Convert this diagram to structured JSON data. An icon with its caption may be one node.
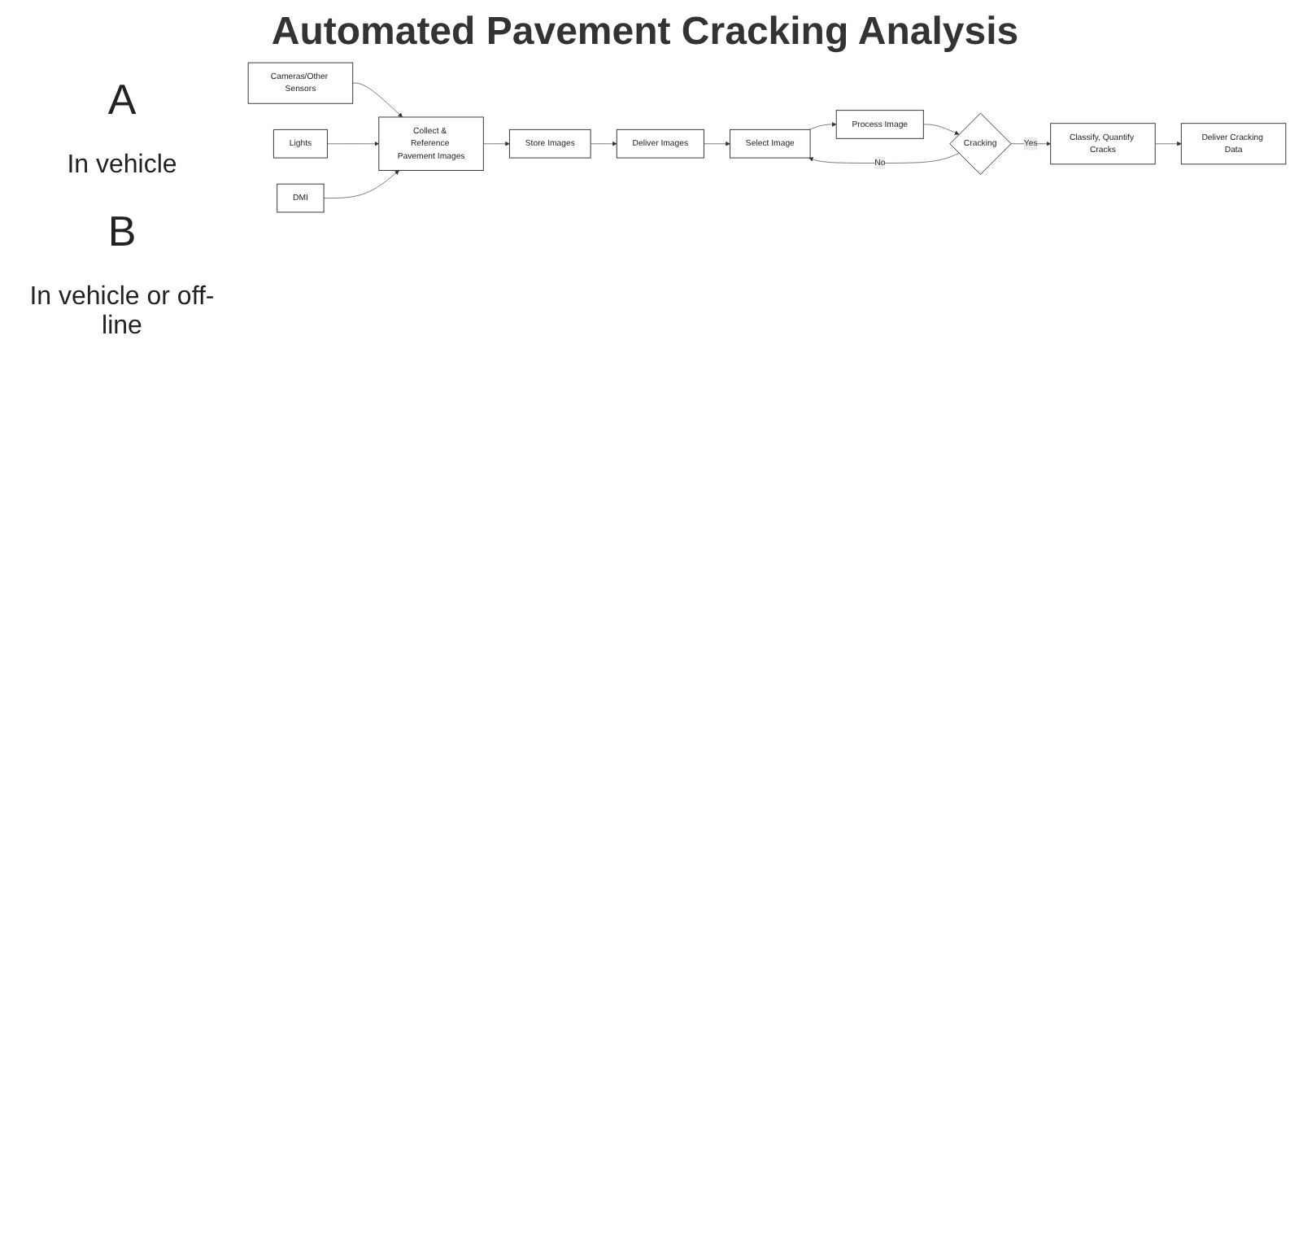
{
  "diagram": {
    "title": "Automated Pavement Cracking Analysis",
    "nodes": [
      {
        "text": [
          "Cameras/Other Sensors"
        ]
      },
      {
        "text": [
          "Lights"
        ]
      },
      {
        "text": [
          "DMI"
        ]
      },
      {
        "text": [
          "Collect & Reference Pavement Images"
        ]
      },
      {
        "text": [
          "Store Images"
        ]
      },
      {
        "text": [
          "Deliver Images"
        ]
      },
      {
        "text": [
          "Process Image"
        ]
      },
      {
        "text": [
          "Select Image"
        ]
      },
      {
        "text": [
          "Cracking"
        ]
      },
      {
        "text": [
          "Deliver Cracking Data"
        ]
      },
      {
        "text": [
          "Classify, Quantify Cracks"
        ]
      }
    ],
    "edges": [
      {
        "from": 0,
        "to": 3,
        "arrow": "to"
      },
      {
        "from": 1,
        "to": 3,
        "arrow": "to"
      },
      {
        "from": 2,
        "to": 3,
        "arrow": "to"
      },
      {
        "from": 3,
        "to": 4,
        "arrow": "to"
      },
      {
        "from": 4,
        "to": 5,
        "arrow": "to"
      },
      {
        "from": 5,
        "to": 7,
        "arrow": "to"
      },
      {
        "from": 7,
        "to": 6,
        "arrow": "to"
      },
      {
        "from": 6,
        "to": 8,
        "arrow": "to"
      },
      {
        "from": 8,
        "to": 7,
        "arrow": "to",
        "label": "No"
      },
      {
        "from": 8,
        "to": 10,
        "arrow": "to",
        "label": "Yes"
      },
      {
        "from": 10,
        "to": 9,
        "arrow": "to"
      }
    ],
    "labels": [
      "A",
      "In vehicle",
      "B",
      "In vehicle or off-line"
    ]
  }
}
